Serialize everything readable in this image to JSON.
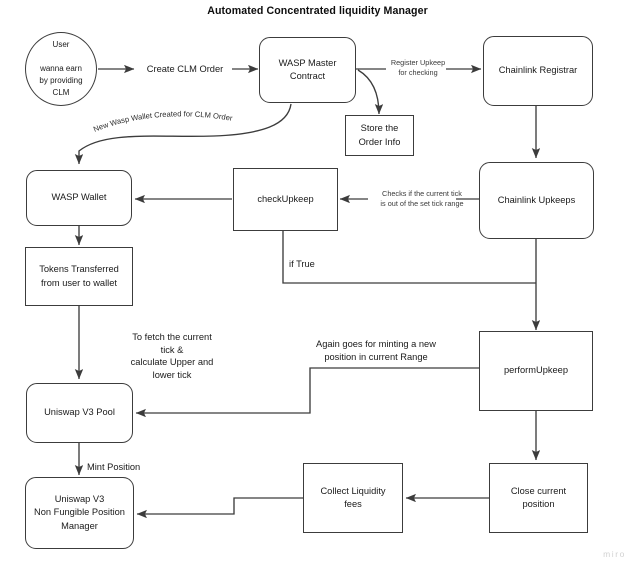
{
  "diagram": {
    "title": "Automated Concentrated liquidity Manager",
    "watermark": "miro",
    "stroke_color": "#3c3c3c",
    "text_color": "#1a1a1a",
    "background_color": "#ffffff"
  },
  "nodes": {
    "user": "User\n\nwanna earn\nby providing\nCLM",
    "wasp_master_contract": "WASP Master\nContract",
    "store_order_info": "Store the\nOrder Info",
    "chainlink_registrar": "Chainlink Registrar",
    "wasp_wallet": "WASP Wallet",
    "check_upkeep": "checkUpkeep",
    "chainlink_upkeeps": "Chainlink Upkeeps",
    "tokens_transferred": "Tokens Transferred\nfrom user to wallet",
    "perform_upkeep": "performUpkeep",
    "uniswap_v3_pool": "Uniswap V3 Pool",
    "uniswap_v3_nfpm": "Uniswap V3\nNon Fungible Position\nManager",
    "collect_liquidity_fees": "Collect Liquidity\nfees",
    "close_current_position": "Close current\nposition"
  },
  "edge_labels": {
    "create_clm_order": "Create CLM Order",
    "register_upkeep": "Register Upkeep\nfor checking",
    "new_wasp_wallet": "New Wasp Wallet Created for CLM Order",
    "checks_current_tick": "Checks if the current tick\nis out of the set tick range",
    "if_true": "if True",
    "fetch_current_tick": "To fetch the current\ntick &\ncalculate Upper and\nlower tick",
    "again_goes_minting": "Again goes for minting a new\nposition in current Range",
    "mint_position": "Mint Position"
  }
}
